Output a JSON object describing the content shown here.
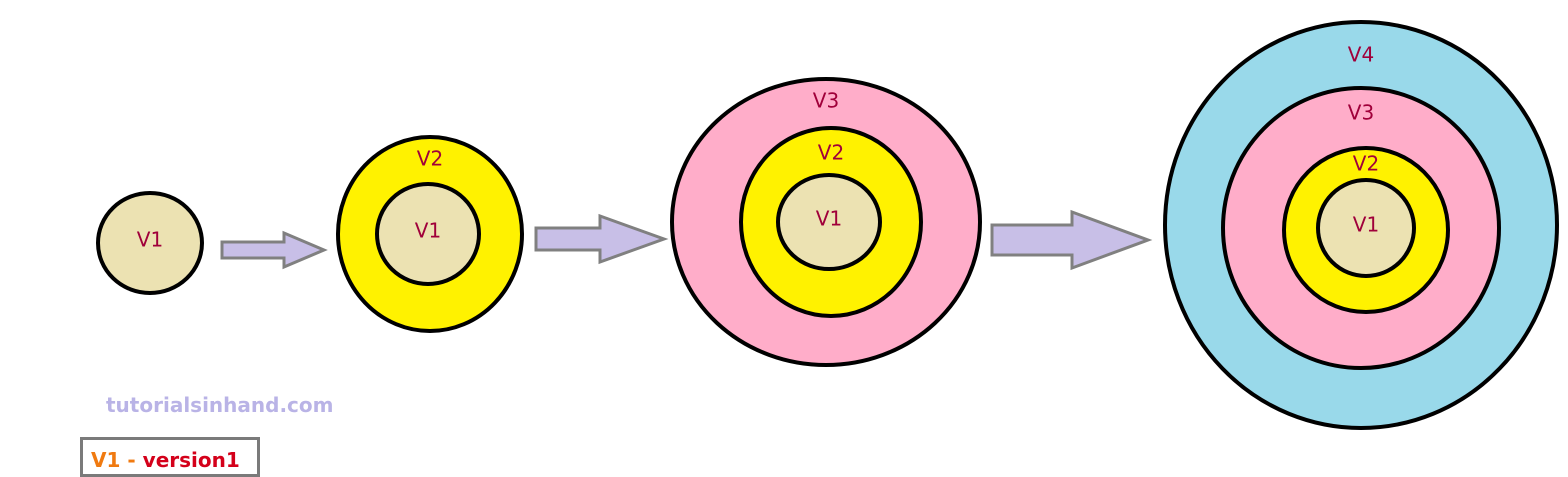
{
  "colors": {
    "v1": "#ece2b2",
    "v2": "#fff200",
    "v3": "#ffadc9",
    "v4": "#99d9ea",
    "stroke": "#000000",
    "arrow_fill": "#c8bfe7",
    "arrow_stroke": "#808080",
    "label": "#a0003a",
    "watermark": "#b9b3e6"
  },
  "stages": [
    {
      "rings": [
        "V1"
      ]
    },
    {
      "rings": [
        "V2",
        "V1"
      ]
    },
    {
      "rings": [
        "V3",
        "V2",
        "V1"
      ]
    },
    {
      "rings": [
        "V4",
        "V3",
        "V2",
        "V1"
      ]
    }
  ],
  "arrow_icon": "right-arrow-icon",
  "watermark": "tutorialsinhand.com",
  "legend": {
    "key": "V1",
    "separator": "-",
    "value": "version1"
  }
}
